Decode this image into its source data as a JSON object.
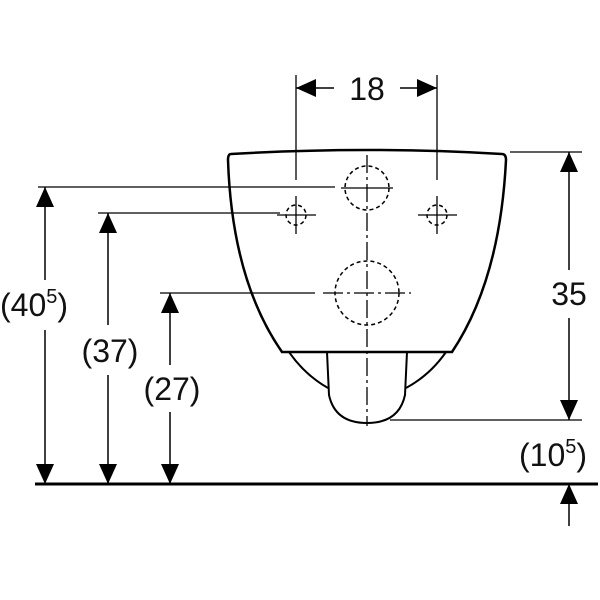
{
  "dimensions": {
    "width_between_bolts": "18",
    "height_total": "35",
    "floor_clearance": {
      "base": "(10",
      "sup": "5",
      "close": ")"
    },
    "height_top_outlet": {
      "base": "(40",
      "sup": "5",
      "close": ")"
    },
    "height_bolts": "(37)",
    "height_lower_outlet": "(27)"
  },
  "colors": {
    "line": "#000000",
    "background": "#ffffff"
  }
}
